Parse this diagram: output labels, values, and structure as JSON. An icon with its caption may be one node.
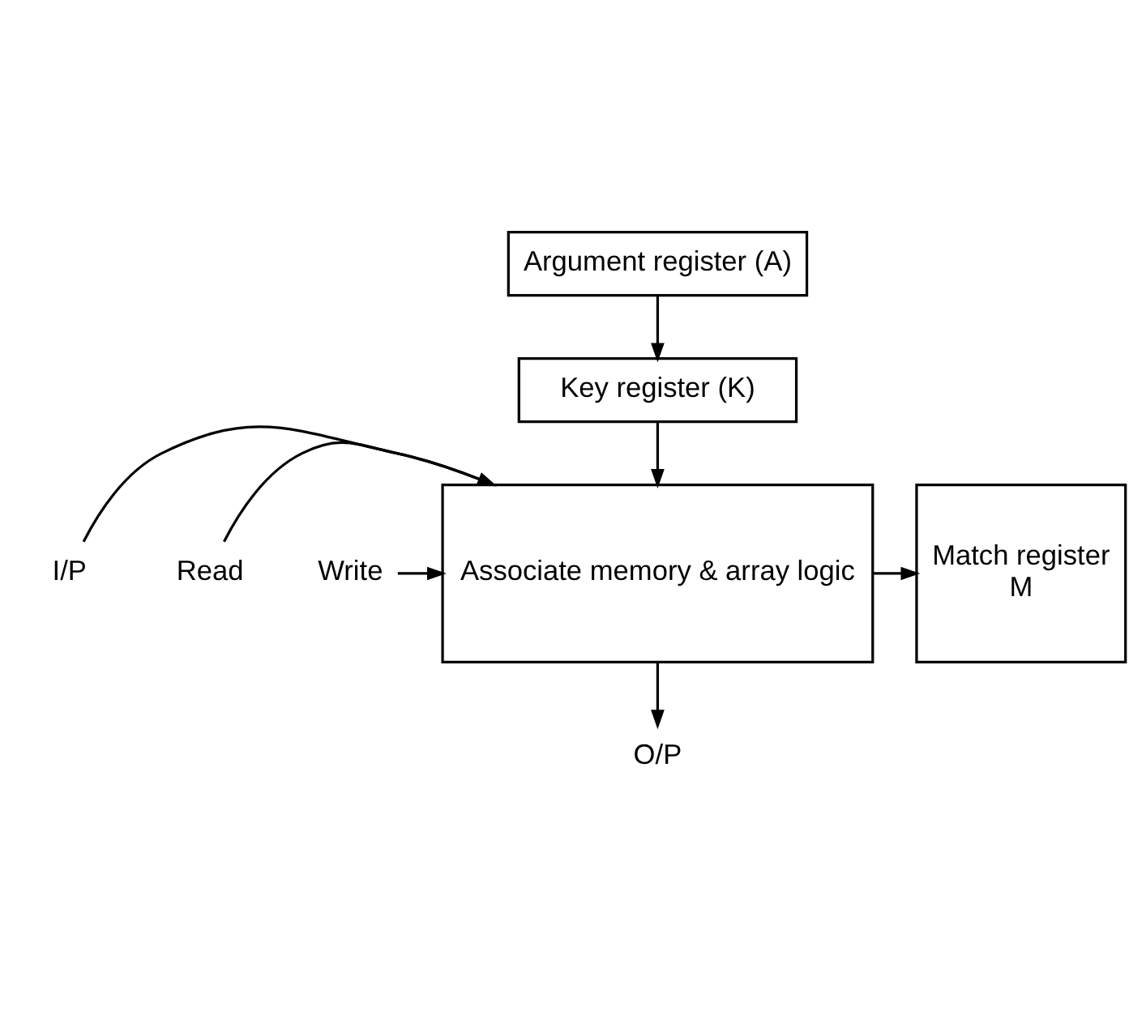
{
  "diagram": {
    "nodes": [
      {
        "text": [
          "Argument register (A)"
        ]
      },
      {
        "text": [
          "Key register (K)"
        ]
      },
      {
        "text": [
          "Associate memory & array logic"
        ]
      },
      {
        "text": [
          "Match register",
          "M"
        ]
      },
      {
        "text": [
          "I/P"
        ]
      },
      {
        "text": [
          "Read"
        ]
      },
      {
        "text": [
          "Write"
        ]
      },
      {
        "text": [
          "O/P"
        ]
      }
    ],
    "edges": [
      {
        "from": 0,
        "to": 1,
        "arrow": "to"
      },
      {
        "from": 1,
        "to": 2,
        "arrow": "to"
      },
      {
        "from": 4,
        "to": 2,
        "arrow": "to"
      },
      {
        "from": 5,
        "to": 2,
        "arrow": "to"
      },
      {
        "from": 6,
        "to": 2,
        "arrow": "to"
      },
      {
        "from": 2,
        "to": 3,
        "arrow": "to"
      },
      {
        "from": 2,
        "to": 7,
        "arrow": "to"
      }
    ]
  }
}
